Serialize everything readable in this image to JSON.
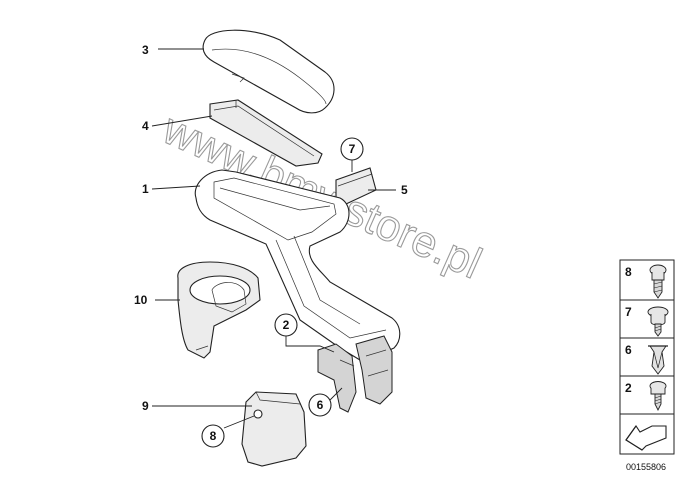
{
  "callouts": [
    {
      "id": "label-3",
      "text": "3"
    },
    {
      "id": "label-4",
      "text": "4"
    },
    {
      "id": "label-1",
      "text": "1"
    },
    {
      "id": "label-5",
      "text": "5"
    },
    {
      "id": "label-10",
      "text": "10"
    },
    {
      "id": "label-9",
      "text": "9"
    }
  ],
  "circled_callouts": [
    {
      "id": "circle-7",
      "text": "7"
    },
    {
      "id": "circle-2",
      "text": "2"
    },
    {
      "id": "circle-6",
      "text": "6"
    },
    {
      "id": "circle-8",
      "text": "8"
    }
  ],
  "legend": {
    "items": [
      {
        "number": "8",
        "icon": "torx-screw-icon"
      },
      {
        "number": "7",
        "icon": "flange-screw-icon"
      },
      {
        "number": "6",
        "icon": "expanding-clip-icon"
      },
      {
        "number": "2",
        "icon": "self-tapping-screw-icon"
      }
    ],
    "arrow_icon": "installation-arrow-icon"
  },
  "watermark": "www.bmwstore.pl",
  "document_number": "00155806"
}
